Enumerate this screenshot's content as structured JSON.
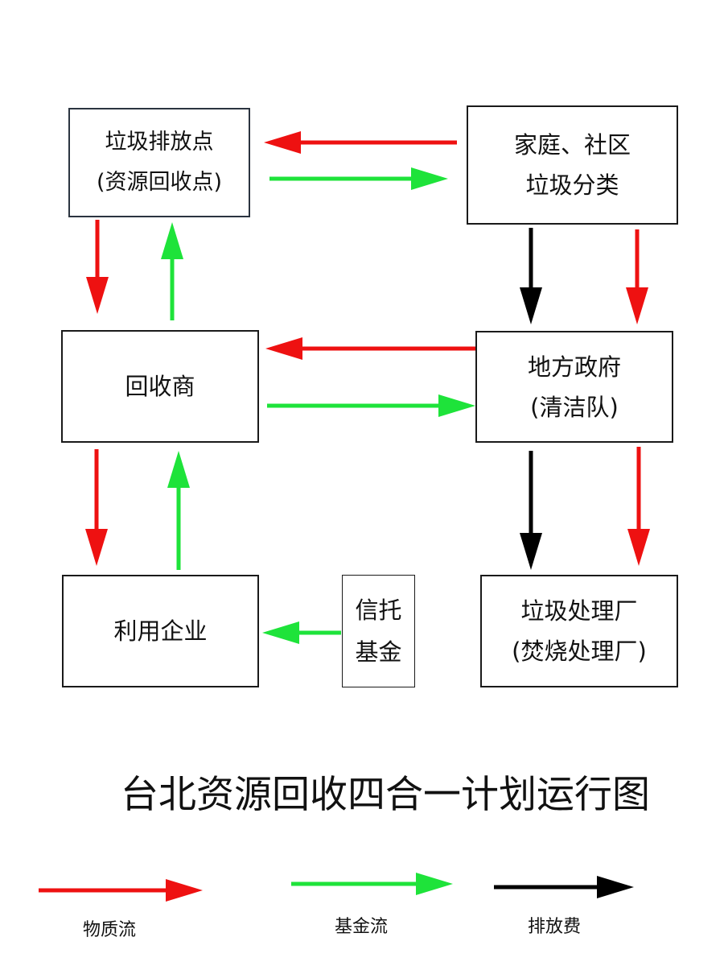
{
  "nodes": {
    "drop_point": {
      "line1": "垃圾排放点",
      "line2": "(资源回收点)"
    },
    "household": {
      "line1": "家庭、社区",
      "line2": "垃圾分类"
    },
    "recycler": {
      "line1": "回收商"
    },
    "government": {
      "line1": "地方政府",
      "line2": "(清洁队)"
    },
    "utilization": {
      "line1": "利用企业"
    },
    "trust_fund": {
      "line1": "信托",
      "line2": "基金"
    },
    "plant": {
      "line1": "垃圾处理厂",
      "line2": "(焚烧处理厂)"
    }
  },
  "title": "台北资源回收四合一计划运行图",
  "legend": {
    "material": "物质流",
    "fund": "基金流",
    "fee": "排放费"
  },
  "colors": {
    "material": "#ee1111",
    "fund": "#1ee33a",
    "fee": "#000000"
  }
}
